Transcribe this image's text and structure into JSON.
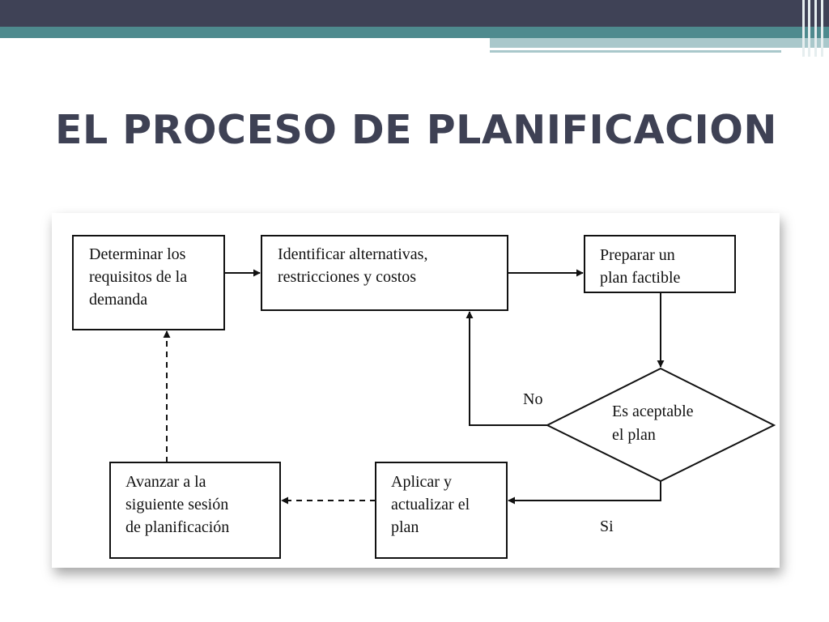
{
  "slide": {
    "title": "EL PROCESO DE PLANIFICACION"
  },
  "colors": {
    "header_dark": "#3f4256",
    "header_teal": "#4e8a8e",
    "header_light": "#a9c8cb",
    "title": "#3e4154"
  },
  "diagram": {
    "nodes": {
      "determine": [
        "Determinar los",
        "requisitos de la",
        "demanda"
      ],
      "identify": [
        "Identificar alternativas,",
        "restricciones y costos"
      ],
      "prepare": [
        "Preparar un",
        "plan factible"
      ],
      "decision": [
        "Es aceptable",
        "el plan"
      ],
      "apply": [
        "Aplicar y",
        "actualizar el",
        "plan"
      ],
      "advance": [
        "Avanzar a la",
        "siguiente sesión",
        "de planificación"
      ]
    },
    "edge_labels": {
      "no": "No",
      "yes": "Si"
    }
  }
}
